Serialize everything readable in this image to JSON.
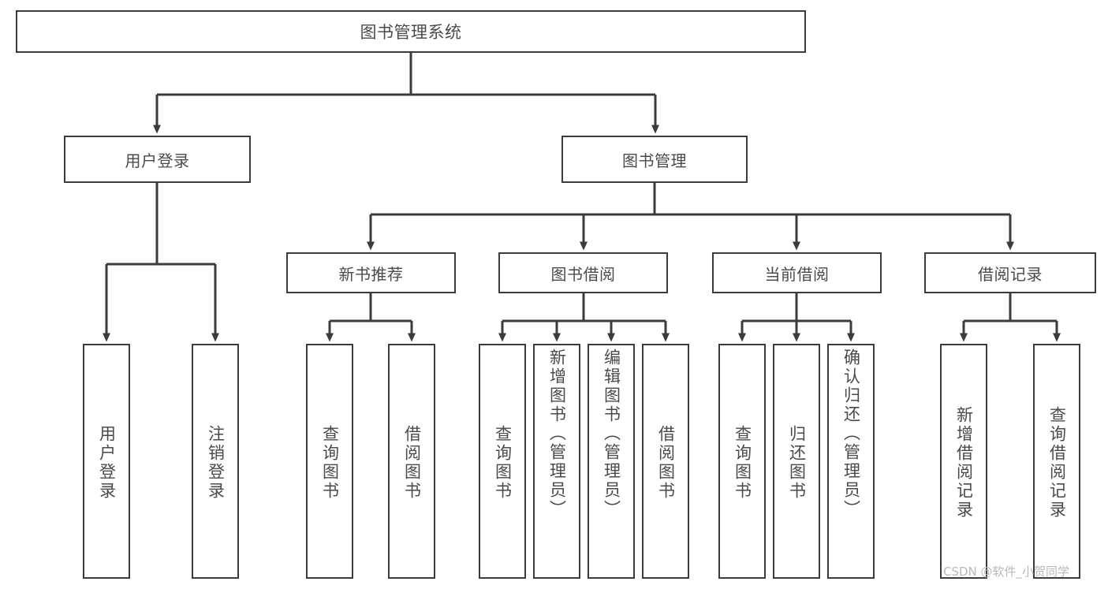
{
  "diagram": {
    "type": "tree",
    "title": "图书管理系统",
    "colors": {
      "border": "#3b3b3b",
      "text": "#4a4a4a",
      "background": "#ffffff",
      "watermark": "#b9b9b9"
    },
    "root": {
      "label": "图书管理系统"
    },
    "level2": [
      {
        "label": "用户登录"
      },
      {
        "label": "图书管理"
      }
    ],
    "level3": [
      {
        "label": "新书推荐"
      },
      {
        "label": "图书借阅"
      },
      {
        "label": "当前借阅"
      },
      {
        "label": "借阅记录"
      }
    ],
    "leaves": {
      "user_login": [
        {
          "label": "用户登录"
        },
        {
          "label": "注销登录"
        }
      ],
      "new_book_recommend": [
        {
          "label": "查询图书"
        },
        {
          "label": "借阅图书"
        }
      ],
      "book_borrow": [
        {
          "label": "查询图书"
        },
        {
          "label": "新增图书（管理员）"
        },
        {
          "label": "编辑图书（管理员）"
        },
        {
          "label": "借阅图书"
        }
      ],
      "current_borrow": [
        {
          "label": "查询图书"
        },
        {
          "label": "归还图书"
        },
        {
          "label": "确认归还（管理员）"
        }
      ],
      "borrow_record": [
        {
          "label": "新增借阅记录"
        },
        {
          "label": "查询借阅记录"
        }
      ]
    }
  },
  "watermark": {
    "text": "CSDN @软件_小贺同学"
  }
}
